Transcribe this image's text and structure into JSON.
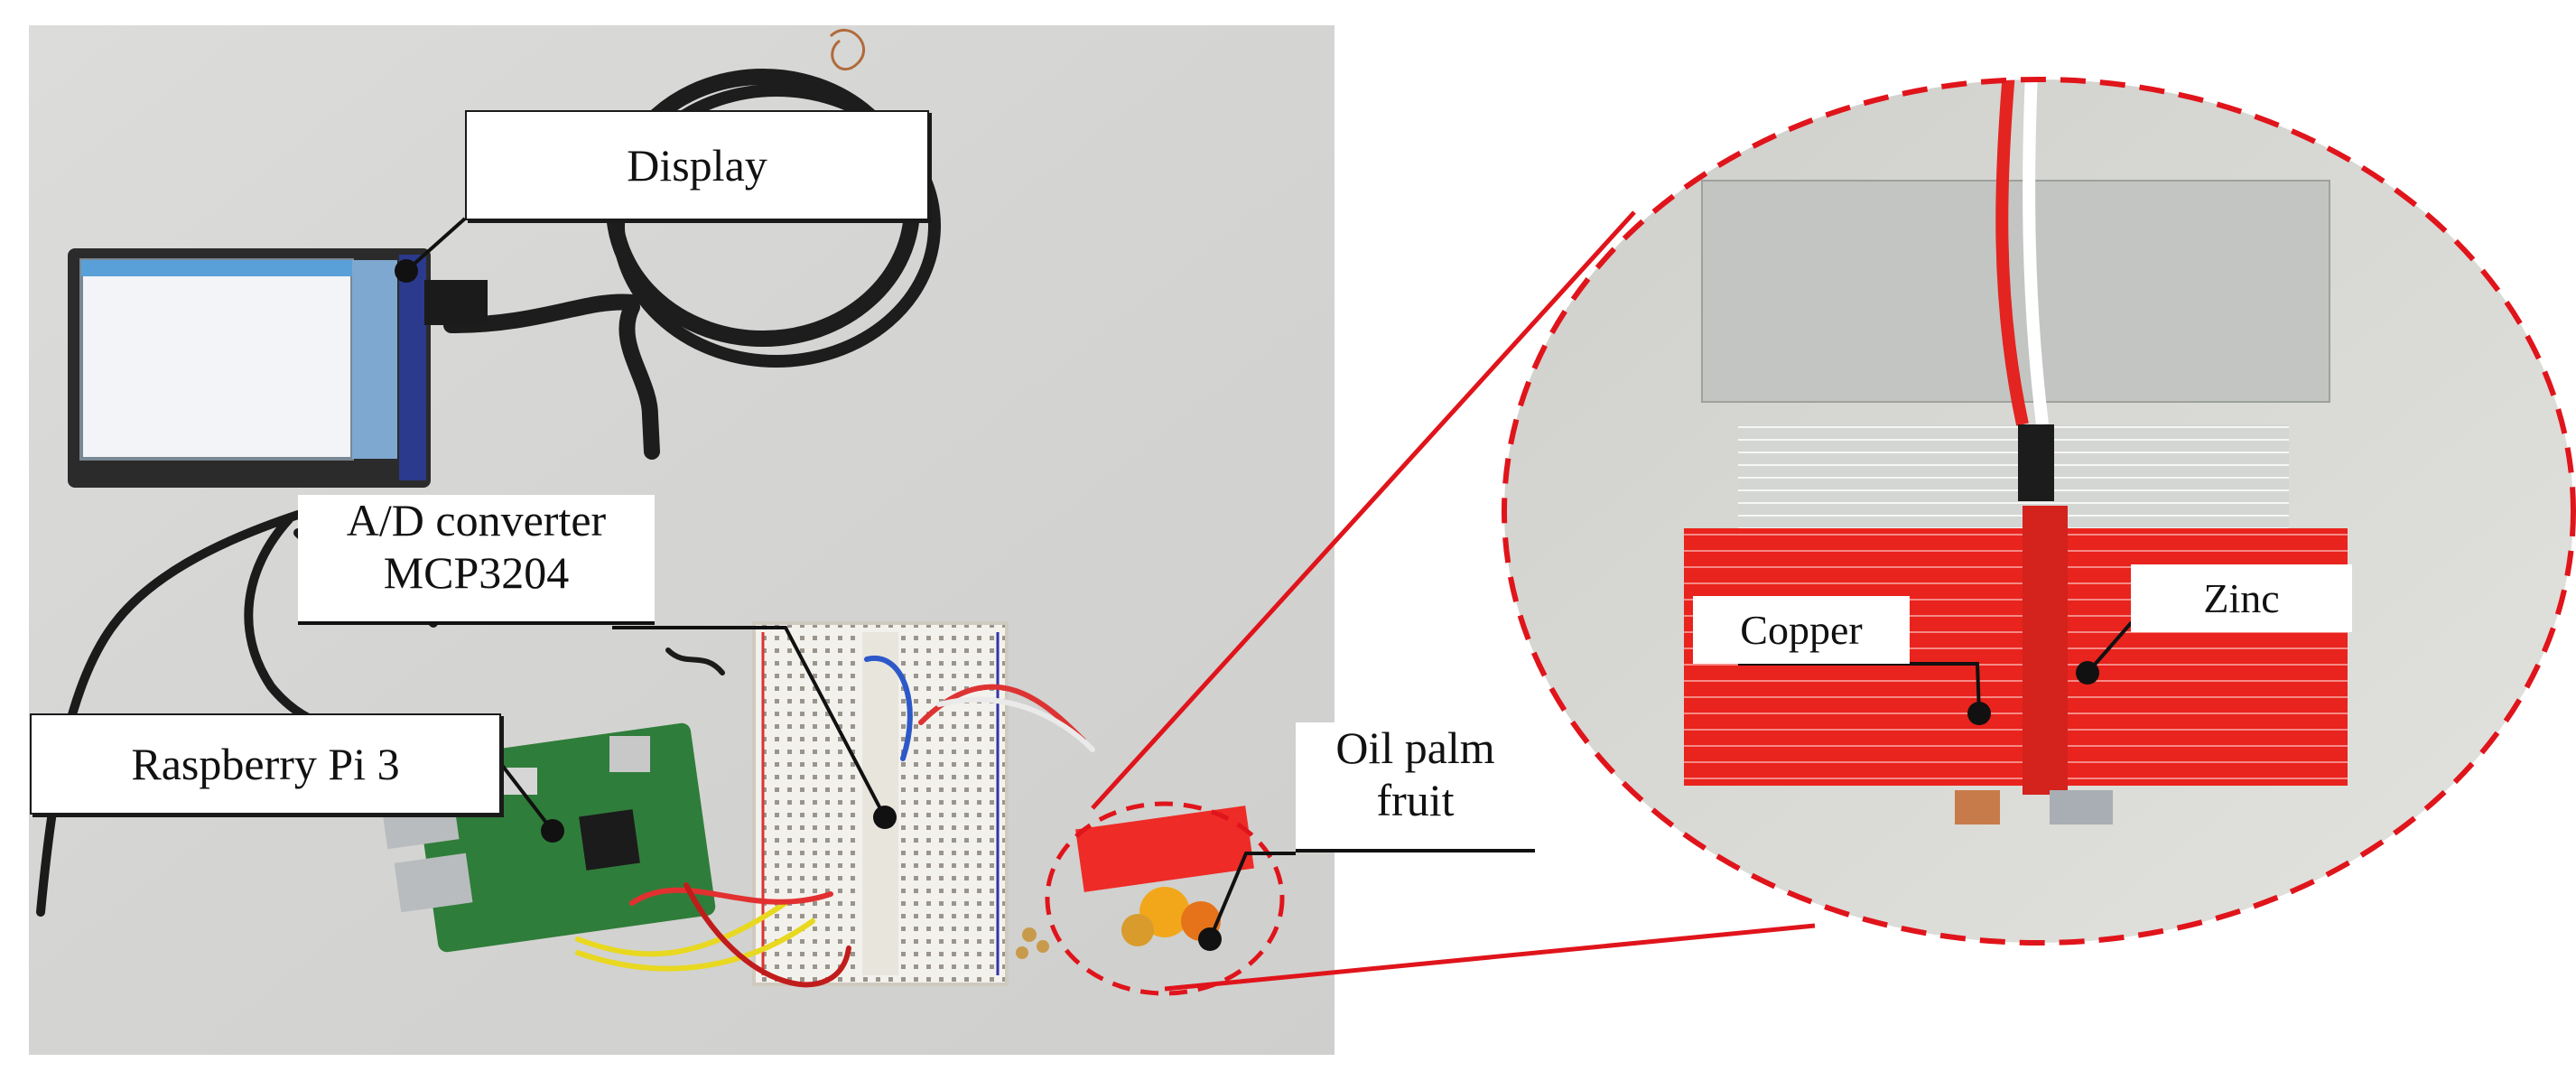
{
  "figure": {
    "labels": {
      "display": "Display",
      "adc_line1": "A/D converter",
      "adc_line2": "MCP3204",
      "raspberry_pi": "Raspberry Pi 3",
      "oil_palm_line1": "Oil palm",
      "oil_palm_line2": "fruit",
      "copper": "Copper",
      "zinc": "Zinc"
    },
    "colors": {
      "zoom_outline": "#e0141b",
      "breadboard_red_tape": "#ee2b26",
      "pcb_green": "#2f7d3a",
      "desk_gray": "#d9d9d7"
    },
    "icons": {
      "zoom_marker": "dashed-circle",
      "leader_lines": "black-callout-lines"
    }
  }
}
